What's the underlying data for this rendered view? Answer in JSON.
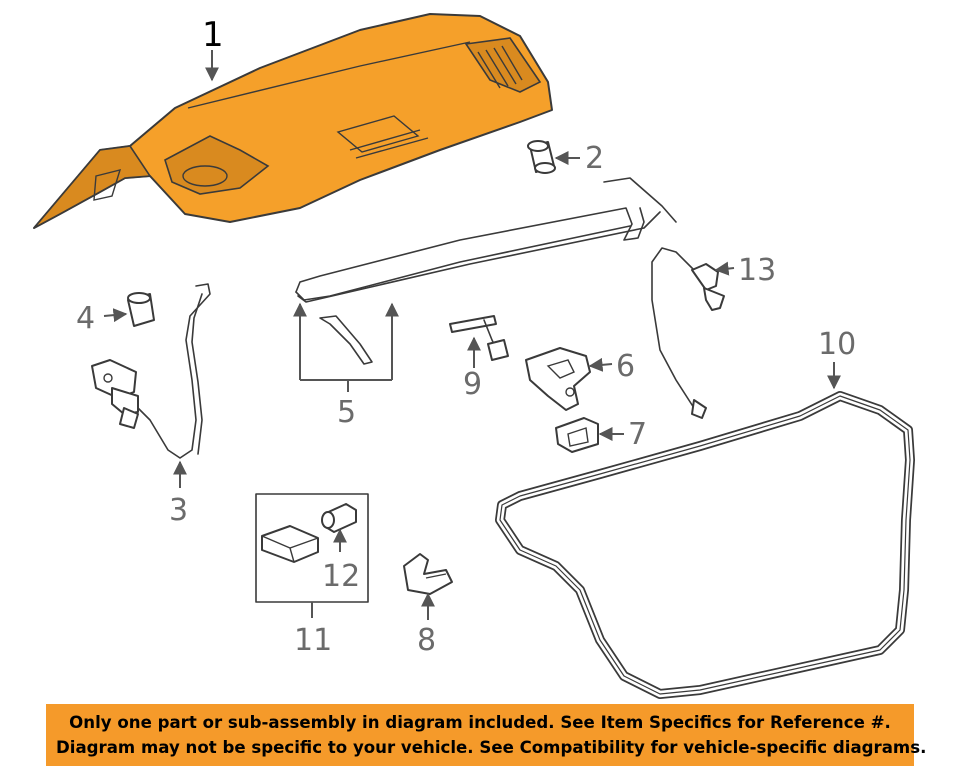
{
  "diagram": {
    "callouts": {
      "c1": "1",
      "c2": "2",
      "c3": "3",
      "c4": "4",
      "c5": "5",
      "c6": "6",
      "c7": "7",
      "c8": "8",
      "c9": "9",
      "c10": "10",
      "c11": "11",
      "c12": "12",
      "c13": "13"
    },
    "highlight_color": "#f5a02a"
  },
  "disclaimer": {
    "line1": "Only one part or sub-assembly in diagram included. See Item Specifics for Reference #.",
    "line2": "Diagram may not be specific to your vehicle. See Compatibility for vehicle-specific diagrams.",
    "background_color": "#f59a2a"
  }
}
